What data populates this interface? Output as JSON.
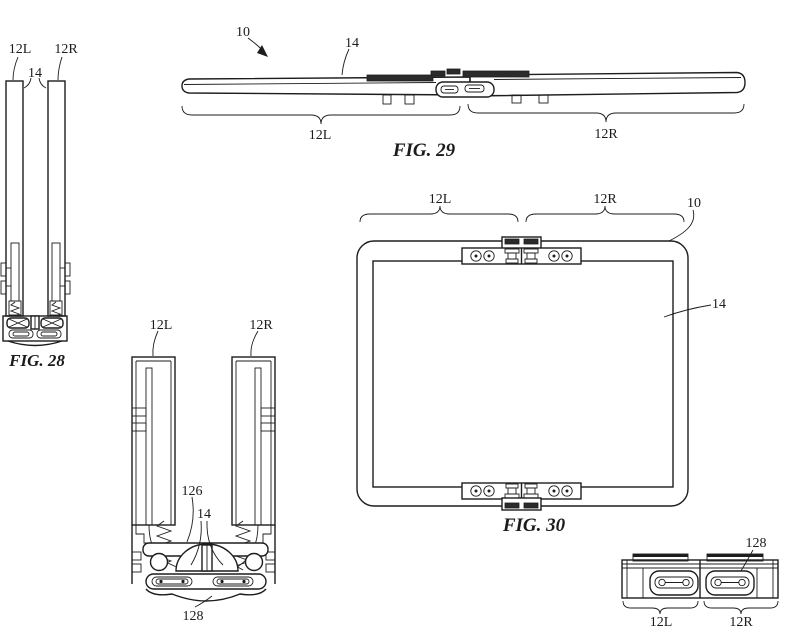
{
  "colors": {
    "background": "#ffffff",
    "line": "#1d1d1d",
    "dark_fill": "#2b2b2b"
  },
  "fig28": {
    "caption": "FIG. 28",
    "left": "12L",
    "right": "12R",
    "hinge": "14"
  },
  "fig29": {
    "caption": "FIG. 29",
    "device": "10",
    "hinge": "14",
    "left": "12L",
    "right": "12R"
  },
  "fig30": {
    "caption": "FIG. 30",
    "left": "12L",
    "right": "12R",
    "device": "10",
    "display": "14"
  },
  "partial": {
    "left": "12L",
    "right": "12R",
    "inner": "126",
    "display": "14",
    "cover": "128"
  },
  "detail": {
    "cover": "128",
    "left": "12L",
    "right": "12R"
  }
}
